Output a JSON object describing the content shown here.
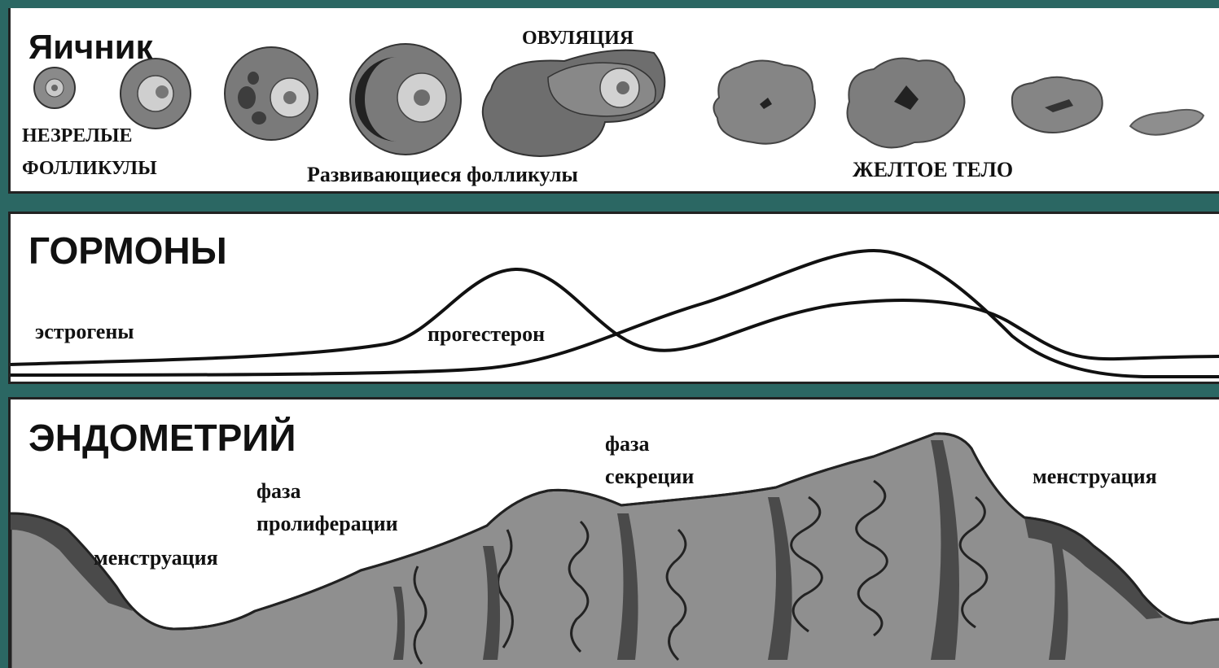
{
  "ovary": {
    "title": "Яичник",
    "immature_line1": "НЕЗРЕЛЫЕ",
    "immature_line2": "ФОЛЛИКУЛЫ",
    "ovulation": "ОВУЛЯЦИЯ",
    "developing": "Развивающиеся фолликулы",
    "corpus_luteum": "ЖЕЛТОЕ ТЕЛО"
  },
  "hormones": {
    "title": "ГОРМОНЫ",
    "estrogen": "эстрогены",
    "progesterone": "прогестерон"
  },
  "endometrium": {
    "title": "ЭНДОМЕТРИЙ",
    "menstruation_left": "менструация",
    "proliferation_line1": "фаза",
    "proliferation_line2": "пролиферации",
    "secretion_line1": "фаза",
    "secretion_line2": "секреции",
    "menstruation_right": "менструация"
  },
  "colors": {
    "background": "#2b6763",
    "panel": "#ffffff",
    "tissue": "#8f8f8f",
    "tissue_dark": "#4a4a4a",
    "line": "#111111"
  }
}
